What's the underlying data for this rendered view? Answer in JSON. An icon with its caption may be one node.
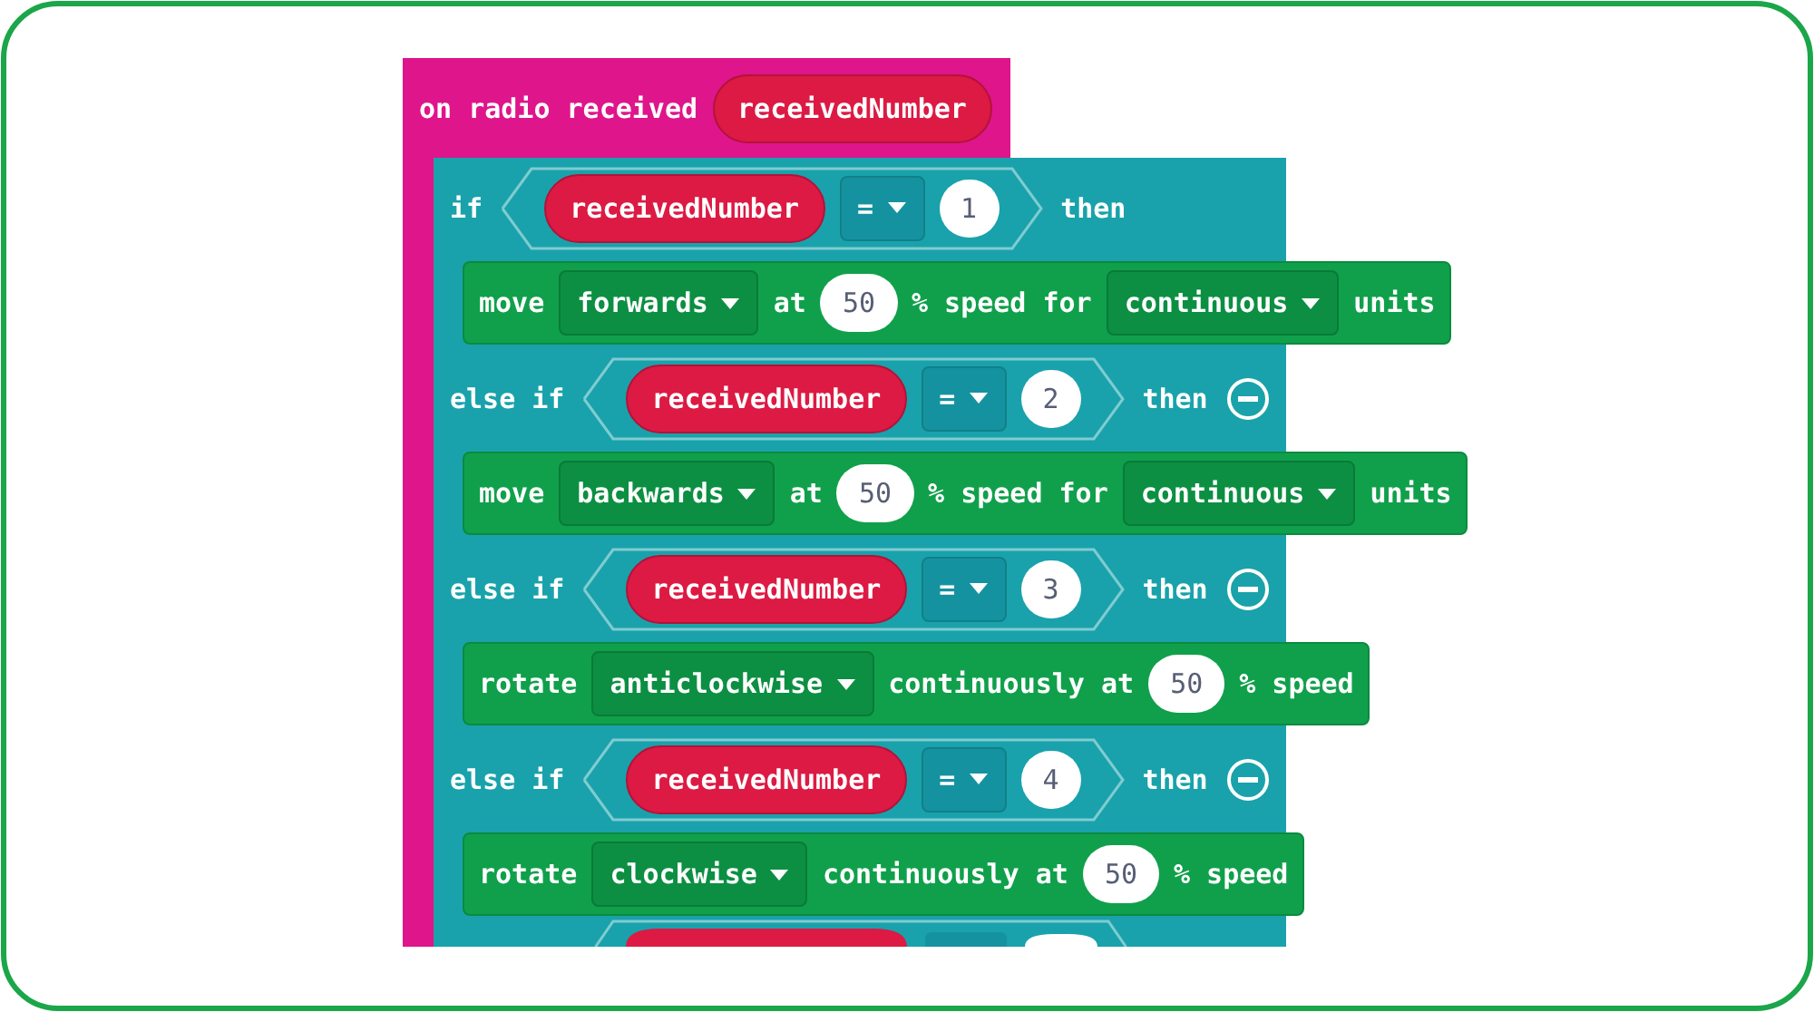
{
  "diagram": {
    "nodes": [
      {
        "text": [
          "on radio received"
        ]
      },
      {
        "text": [
          "receivedNumber"
        ],
        "in": 0
      },
      {
        "text": [
          "if",
          "then",
          "else if",
          "then",
          "else if",
          "then",
          "else if",
          "then"
        ],
        "in": 0
      },
      {
        "text": [],
        "shape": "hexagon",
        "in": 2
      },
      {
        "text": [
          "receivedNumber"
        ],
        "in": 3
      },
      {
        "text": [
          "="
        ],
        "in": 3
      },
      {
        "text": [
          "1"
        ],
        "in": 3
      },
      {
        "text": [
          "move",
          "at",
          "% speed for",
          "units"
        ],
        "in": 2
      },
      {
        "text": [
          "forwards"
        ],
        "in": 7
      },
      {
        "text": [
          "50"
        ],
        "in": 7
      },
      {
        "text": [
          "continuous"
        ],
        "in": 7
      },
      {
        "text": [],
        "shape": "hexagon",
        "in": 2
      },
      {
        "text": [
          "receivedNumber"
        ],
        "in": 11
      },
      {
        "text": [
          "="
        ],
        "in": 11
      },
      {
        "text": [
          "2"
        ],
        "in": 11
      },
      {
        "text": [
          "move",
          "at",
          "% speed for",
          "units"
        ],
        "in": 2
      },
      {
        "text": [
          "backwards"
        ],
        "in": 15
      },
      {
        "text": [
          "50"
        ],
        "in": 15
      },
      {
        "text": [
          "continuous"
        ],
        "in": 15
      },
      {
        "text": [],
        "shape": "hexagon",
        "in": 2
      },
      {
        "text": [
          "receivedNumber"
        ],
        "in": 19
      },
      {
        "text": [
          "="
        ],
        "in": 19
      },
      {
        "text": [
          "3"
        ],
        "in": 19
      },
      {
        "text": [
          "rotate",
          "continuously at",
          "% speed"
        ],
        "in": 2
      },
      {
        "text": [
          "anticlockwise"
        ],
        "in": 23
      },
      {
        "text": [
          "50"
        ],
        "in": 23
      },
      {
        "text": [],
        "shape": "hexagon",
        "in": 2
      },
      {
        "text": [
          "receivedNumber"
        ],
        "in": 26
      },
      {
        "text": [
          "="
        ],
        "in": 26
      },
      {
        "text": [
          "4"
        ],
        "in": 26
      },
      {
        "text": [
          "rotate",
          "continuously at",
          "% speed"
        ],
        "in": 2
      },
      {
        "text": [
          "clockwise"
        ],
        "in": 30
      },
      {
        "text": [
          "50"
        ],
        "in": 30
      },
      {
        "text": [],
        "shape": "hexagon",
        "in": 2
      }
    ]
  }
}
